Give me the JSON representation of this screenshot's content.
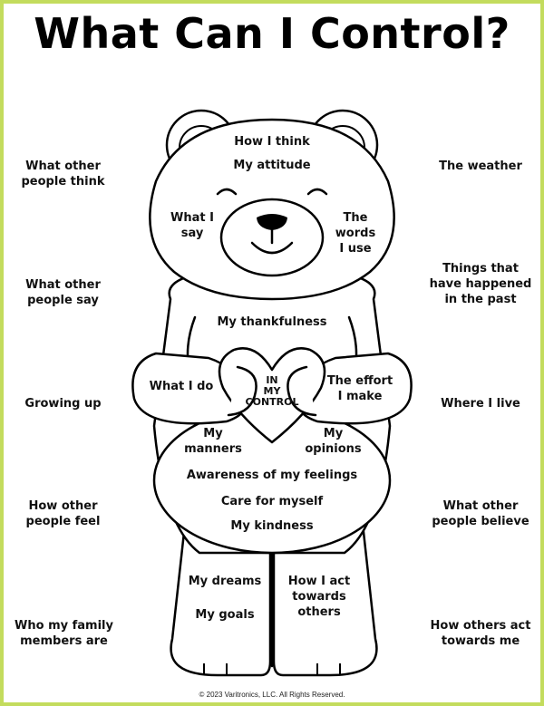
{
  "title": "What Can I Control?",
  "in_control": {
    "head": [
      "How I think",
      "My attitude",
      "What I\nsay",
      "The\nwords\nI use"
    ],
    "body": [
      "My thankfulness",
      "What I do",
      "The effort\nI make",
      "IN\nMY\nCONTROL",
      "My\nmanners",
      "My\nopinions",
      "Awareness of my feelings",
      "Care for myself",
      "My kindness"
    ],
    "legs": [
      "My dreams",
      "My goals",
      "How I act\ntowards\nothers"
    ]
  },
  "not_in_control": {
    "left": [
      "What other\npeople think",
      "What other\npeople say",
      "Growing up",
      "How other\npeople feel",
      "Who my family\nmembers are"
    ],
    "right": [
      "The weather",
      "Things that\nhave  happened\nin the past",
      "Where I live",
      "What other\npeople believe",
      "How others act\ntowards me"
    ]
  },
  "footer": "© 2023 Varitronics, LLC. All Rights Reserved.",
  "colors": {
    "border": "#c3dc5d",
    "ink": "#000000"
  }
}
